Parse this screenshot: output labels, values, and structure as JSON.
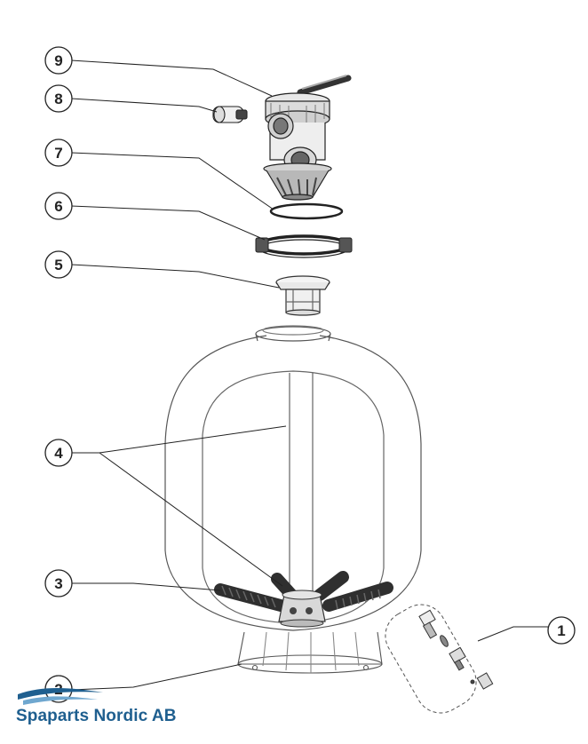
{
  "callouts": [
    {
      "number": "1",
      "part": "drain-plug-set"
    },
    {
      "number": "2",
      "part": "tank-base"
    },
    {
      "number": "3",
      "part": "laterals"
    },
    {
      "number": "4",
      "part": "center-pipe-and-hub"
    },
    {
      "number": "5",
      "part": "diffuser"
    },
    {
      "number": "6",
      "part": "clamp-ring"
    },
    {
      "number": "7",
      "part": "o-ring"
    },
    {
      "number": "8",
      "part": "pressure-gauge"
    },
    {
      "number": "9",
      "part": "multiport-valve"
    }
  ],
  "brand": {
    "name": "Spaparts Nordic AB",
    "color": "#1f5f8f",
    "wave_colors": [
      "#1f5f8f",
      "#6fa7cf"
    ]
  },
  "colors": {
    "line": "#2a2a2a",
    "leader": "#222222",
    "dark_part": "#3a3a3a",
    "tank_outline": "#555555"
  }
}
